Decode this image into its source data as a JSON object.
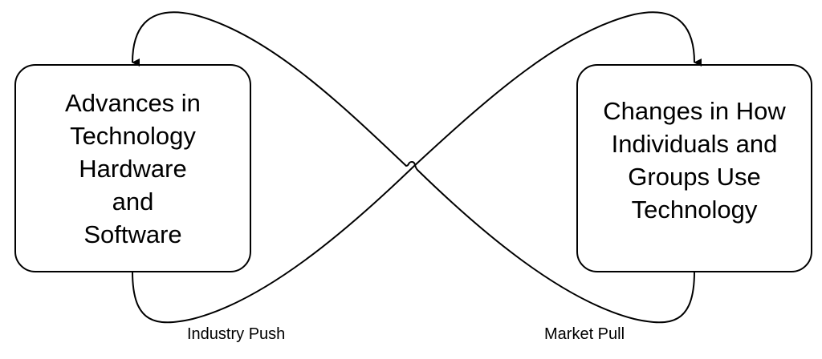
{
  "diagram": {
    "nodes": [
      {
        "id": "left",
        "lines": [
          "Advances in",
          "Technology",
          "Hardware",
          "and",
          "Software"
        ]
      },
      {
        "id": "right",
        "lines": [
          "Changes in How",
          "Individuals and",
          "Groups Use",
          "Technology"
        ]
      }
    ],
    "edges": [
      {
        "from": "left",
        "to": "right",
        "label": "Industry Push"
      },
      {
        "from": "right",
        "to": "left",
        "label": "Market Pull"
      }
    ],
    "colors": {
      "stroke": "#000000",
      "background": "#ffffff"
    }
  }
}
